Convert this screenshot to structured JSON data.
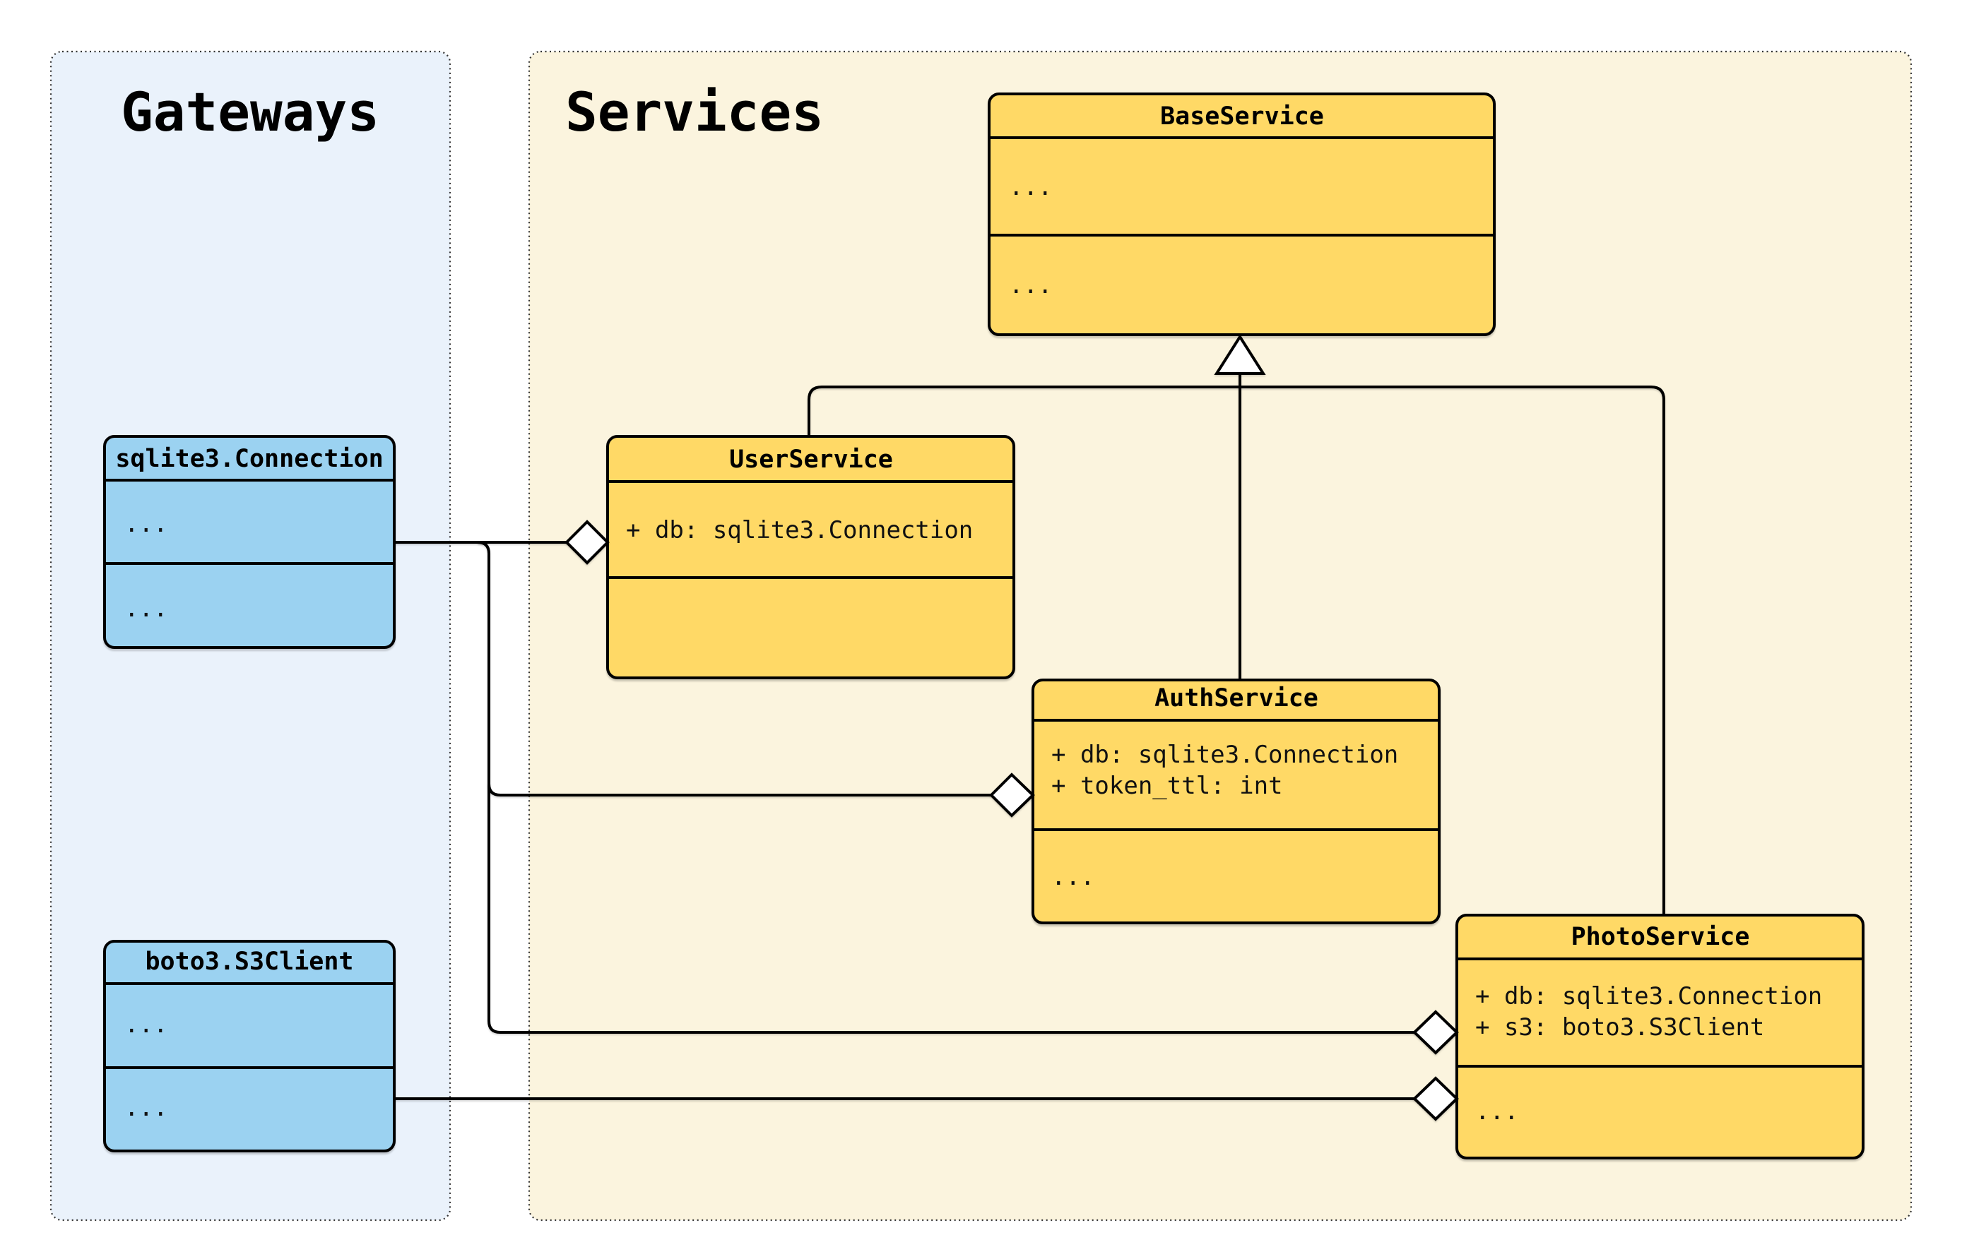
{
  "colors": {
    "page_bg": "#ffffff",
    "gateways_bg": "#EAF2FB",
    "services_bg": "#FBF4DE",
    "class_blue": "#9BD2F1",
    "class_yellow": "#FFD966",
    "line": "#000000"
  },
  "panels": {
    "gateways": {
      "title": "Gateways"
    },
    "services": {
      "title": "Services"
    }
  },
  "classes": {
    "sqlite": {
      "name": "sqlite3.Connection",
      "attributes": [
        "..."
      ],
      "methods": [
        "..."
      ]
    },
    "boto3": {
      "name": "boto3.S3Client",
      "attributes": [
        "..."
      ],
      "methods": [
        "..."
      ]
    },
    "base": {
      "name": "BaseService",
      "attributes": [
        "..."
      ],
      "methods": [
        "..."
      ]
    },
    "user": {
      "name": "UserService",
      "attributes": [
        "+ db: sqlite3.Connection"
      ],
      "methods": []
    },
    "auth": {
      "name": "AuthService",
      "attributes": [
        "+ db: sqlite3.Connection",
        "+ token_ttl: int"
      ],
      "methods": [
        "..."
      ]
    },
    "photo": {
      "name": "PhotoService",
      "attributes": [
        "+ db: sqlite3.Connection",
        "+ s3: boto3.S3Client"
      ],
      "methods": [
        "..."
      ]
    }
  },
  "relationships": [
    {
      "type": "inheritance",
      "from": "UserService",
      "to": "BaseService"
    },
    {
      "type": "inheritance",
      "from": "AuthService",
      "to": "BaseService"
    },
    {
      "type": "inheritance",
      "from": "PhotoService",
      "to": "BaseService"
    },
    {
      "type": "aggregation",
      "from": "sqlite3.Connection",
      "to": "UserService"
    },
    {
      "type": "aggregation",
      "from": "sqlite3.Connection",
      "to": "AuthService"
    },
    {
      "type": "aggregation",
      "from": "sqlite3.Connection",
      "to": "PhotoService"
    },
    {
      "type": "aggregation",
      "from": "boto3.S3Client",
      "to": "PhotoService"
    }
  ]
}
